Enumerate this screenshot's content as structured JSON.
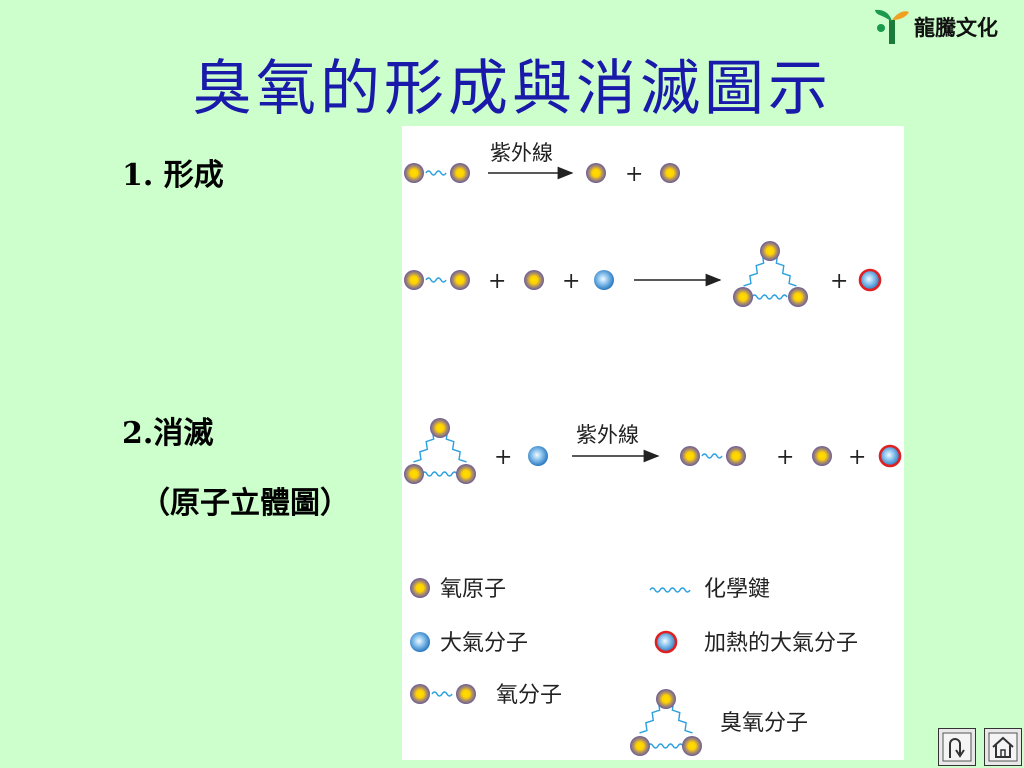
{
  "logo": {
    "text": "龍騰文化",
    "icon": "sprout-logo-icon"
  },
  "title": "臭氧的形成與消滅圖示",
  "sections": {
    "formation_label": "1.  形成",
    "destruction_label": "2.消滅",
    "destruction_sub": "（原子立體圖）"
  },
  "diagram": {
    "uv_label": "紫外線",
    "plus": "+",
    "legend": {
      "oxygen_atom": "氧原子",
      "chemical_bond": "化學鍵",
      "air_molecule": "大氣分子",
      "heated_air_molecule": "加熱的大氣分子",
      "oxygen_molecule": "氧分子",
      "ozone_molecule": "臭氧分子"
    }
  },
  "nav": {
    "back_icon": "u-turn-icon",
    "home_icon": "home-icon"
  },
  "colors": {
    "title": "#1a1aaa",
    "background": "#ccffcc",
    "oxygen_outer": "#6a5a9a",
    "oxygen_core": "#ffe000",
    "air_core": "#e8f4ff",
    "air_outer": "#3a88cc",
    "heated_ring": "#e02020",
    "bond": "#2aa0e0"
  }
}
